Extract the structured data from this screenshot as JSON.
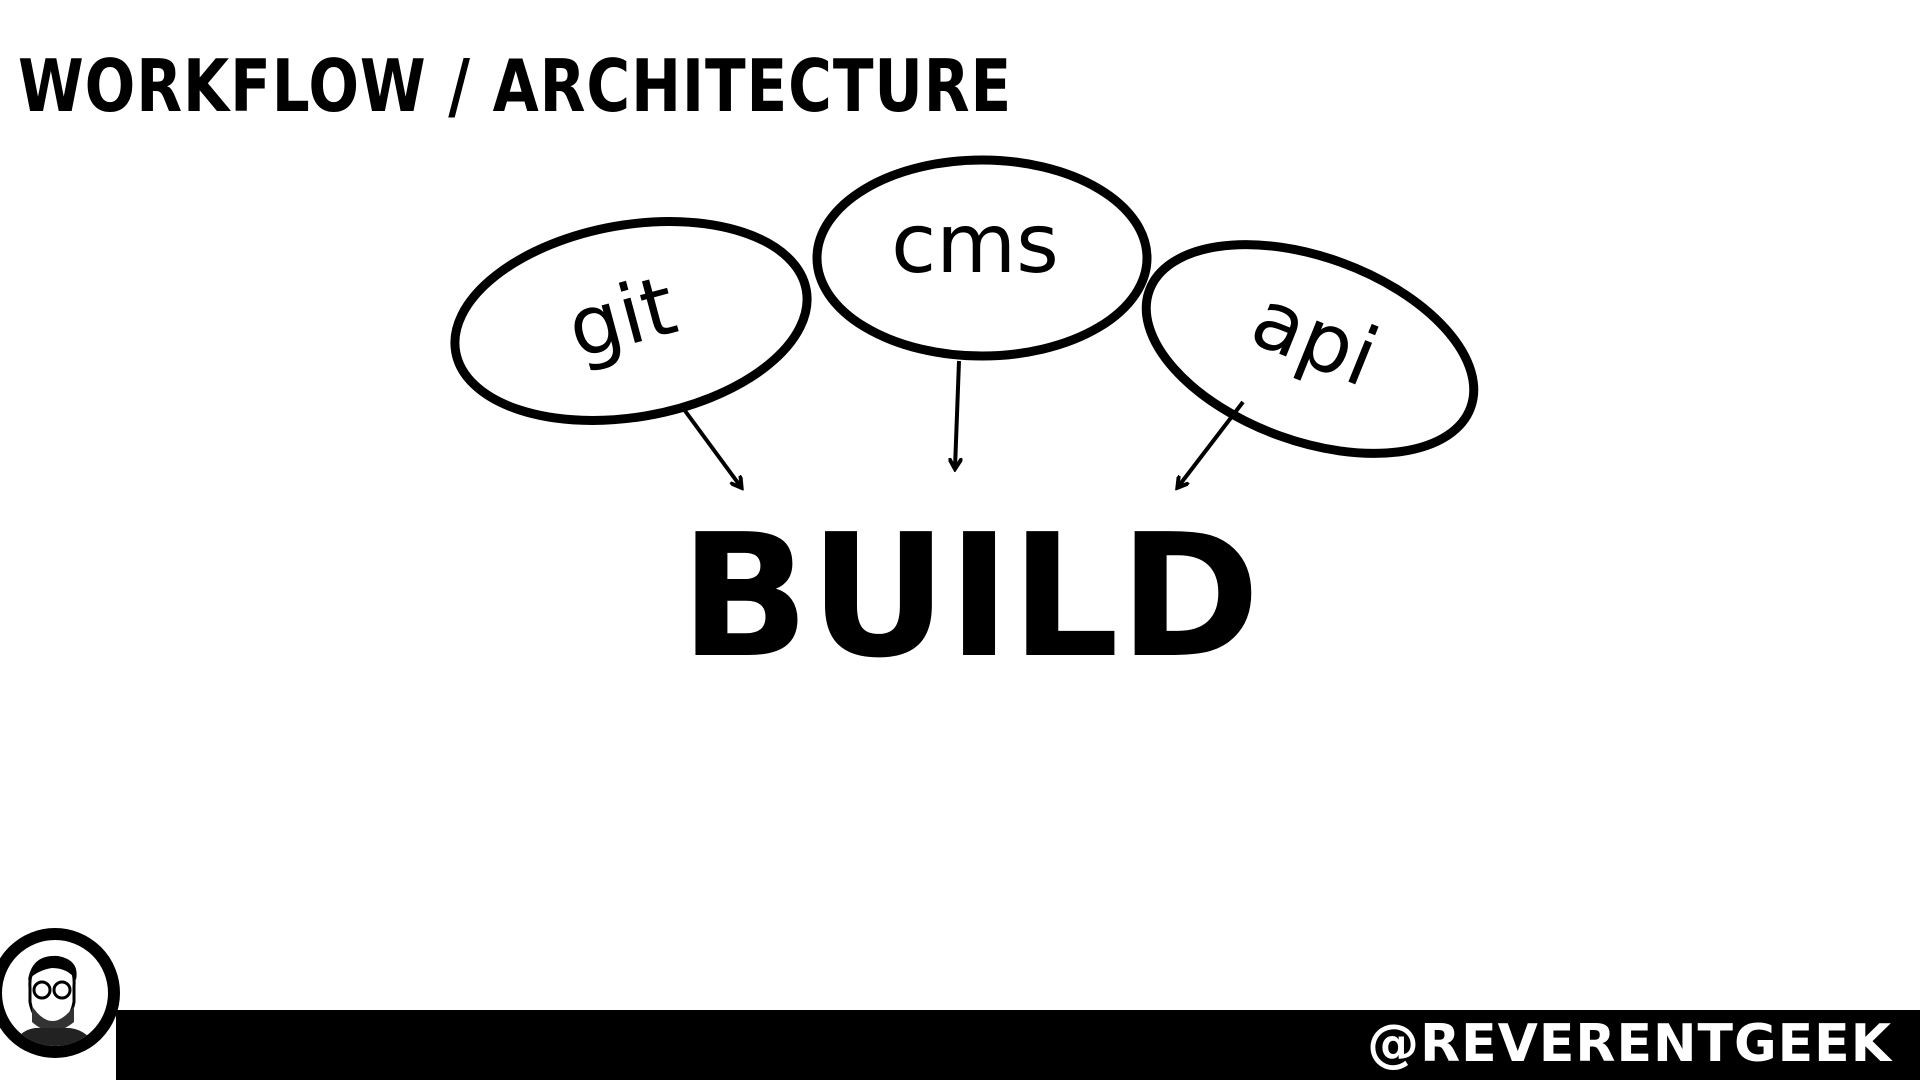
{
  "title": "WORKFLOW / ARCHITECTURE",
  "diagram": {
    "sources": [
      {
        "label": "git"
      },
      {
        "label": "cms"
      },
      {
        "label": "api"
      }
    ],
    "target": "BUILD"
  },
  "footer": {
    "handle": "@REVERENTGEEK"
  }
}
